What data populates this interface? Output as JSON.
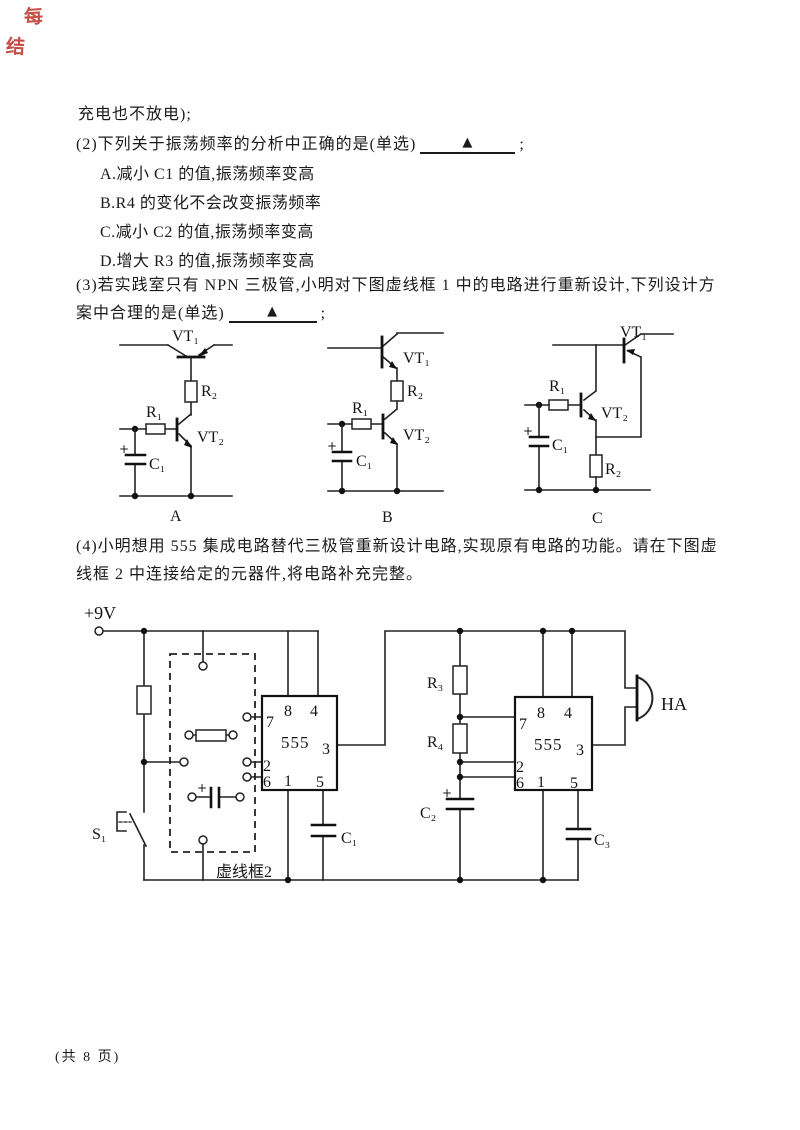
{
  "page": {
    "red_marks": [
      "每",
      "结"
    ],
    "footer": "(共 8 页)"
  },
  "text": {
    "line0": "充电也不放电);",
    "q2": {
      "prefix": "(2)下列关于振荡频率的分析中正确的是(单选)",
      "blank": "▲",
      "suffix": ";",
      "options": [
        "A.减小 C1 的值,振荡频率变高",
        "B.R4 的变化不会改变振荡频率",
        "C.减小 C2 的值,振荡频率变高",
        "D.增大 R3 的值,振荡频率变高"
      ]
    },
    "q3": {
      "line1": "(3)若实践室只有 NPN 三极管,小明对下图虚线框 1 中的电路进行重新设计,下列设计方",
      "line2_prefix": "案中合理的是(单选)",
      "blank": "▲",
      "suffix": ";"
    },
    "q4": {
      "line1": "(4)小明想用 555 集成电路替代三极管重新设计电路,实现原有电路的功能。请在下图虚",
      "line2": "线框 2 中连接给定的元器件,将电路补充完整。"
    }
  },
  "circuits3": {
    "a": {
      "vt1": "VT₁",
      "r2": "R₂",
      "r1": "R₁",
      "vt2": "VT₂",
      "c1": "C₁",
      "plus": "+",
      "caption": "A"
    },
    "b": {
      "vt1": "VT₁",
      "r2": "R₂",
      "r1": "R₁",
      "vt2": "VT₂",
      "c1": "C₁",
      "plus": "+",
      "caption": "B"
    },
    "c": {
      "vt1": "VT₁",
      "r2": "R₂",
      "r1": "R₁",
      "vt2": "VT₂",
      "c1": "C₁",
      "plus": "+",
      "caption": "C"
    }
  },
  "circuit4": {
    "supply": "+9V",
    "s1": "S₁",
    "box_label": "虚线框2",
    "plus": "+",
    "ic": "555",
    "pins": {
      "p1": "1",
      "p2": "2",
      "p3": "3",
      "p4": "4",
      "p5": "5",
      "p6": "6",
      "p7": "7",
      "p8": "8"
    },
    "r3": "R₃",
    "r4": "R₄",
    "c1": "C₁",
    "c2": "C₂",
    "c3": "C₃",
    "ha": "HA"
  }
}
